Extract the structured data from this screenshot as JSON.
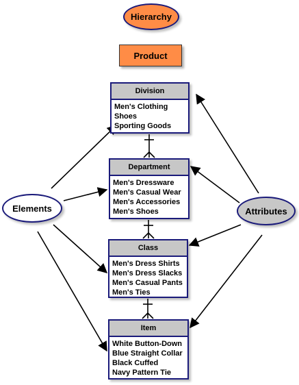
{
  "title": "Hierarchy",
  "subtitle": "Product",
  "levels": [
    {
      "name": "Division",
      "items": [
        "Men's Clothing",
        "Shoes",
        "Sporting Goods"
      ]
    },
    {
      "name": "Department",
      "items": [
        "Men's Dressware",
        "Men's Casual Wear",
        "Men's Accessories",
        "Men's Shoes"
      ]
    },
    {
      "name": "Class",
      "items": [
        "Men's Dress Shirts",
        "Men's Dress Slacks",
        "Men's Casual Pants",
        "Men's Ties"
      ]
    },
    {
      "name": "Item",
      "items": [
        "White Button-Down",
        "Blue Straight Collar",
        "Black Cuffed",
        "Navy Pattern Tie"
      ]
    }
  ],
  "left_label": "Elements",
  "right_label": "Attributes",
  "colors": {
    "title_fill": "#ff8c46",
    "product_fill": "#ff8c46",
    "elements_fill": "#ffffff",
    "attributes_fill": "#c7c7c7",
    "header_fill": "#c7c7c7",
    "border": "#1a1a7a"
  }
}
